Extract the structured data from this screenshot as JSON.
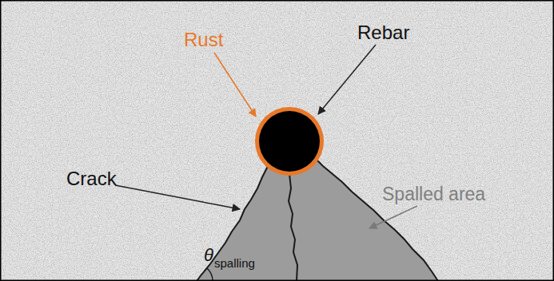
{
  "diagram": {
    "labels": [
      "Rust",
      "Rebar",
      "Crack",
      "Spalled area",
      "θ",
      "spalling"
    ]
  }
}
